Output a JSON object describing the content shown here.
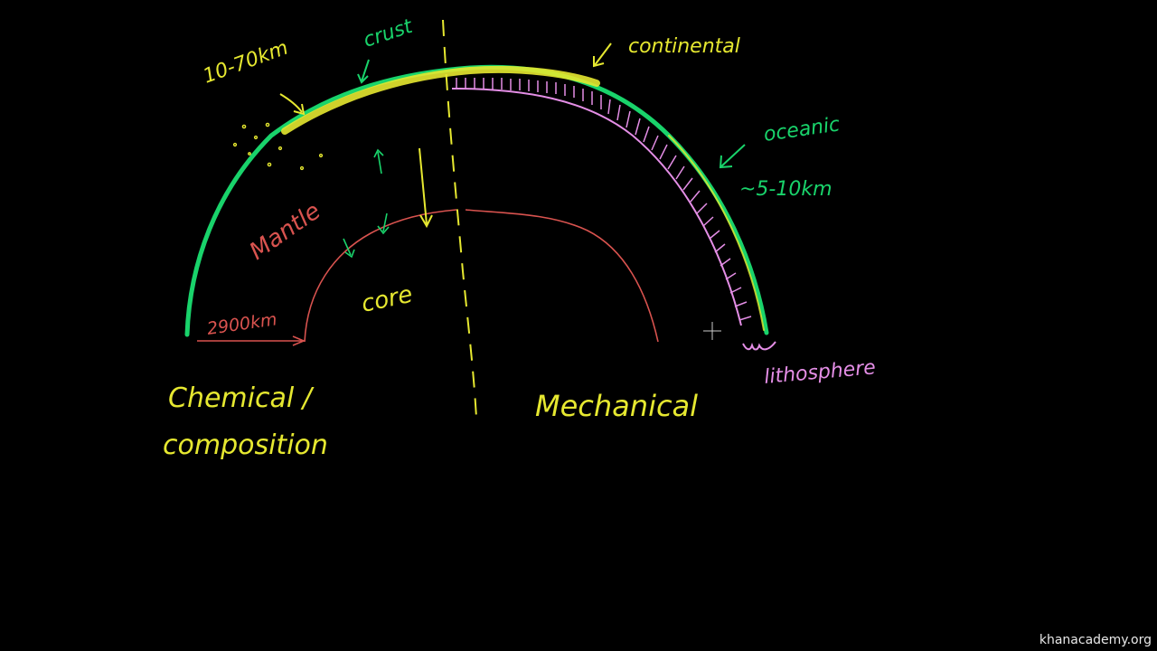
{
  "labels": {
    "crust_thickness": "10-70km",
    "crust": "crust",
    "continental": "continental",
    "oceanic": "oceanic",
    "oceanic_thickness": "~5-10km",
    "mantle": "Mantle",
    "core": "core",
    "core_depth": "2900km",
    "lithosphere": "lithosphere",
    "chemical_line1": "Chemical /",
    "chemical_line2": "composition",
    "mechanical": "Mechanical"
  },
  "watermark": "khanacademy.org",
  "colors": {
    "background": "#000000",
    "green": "#19d36b",
    "yellow": "#e6e830",
    "red": "#d9534f",
    "pink": "#e48ee6",
    "white": "#e8e8e8"
  }
}
